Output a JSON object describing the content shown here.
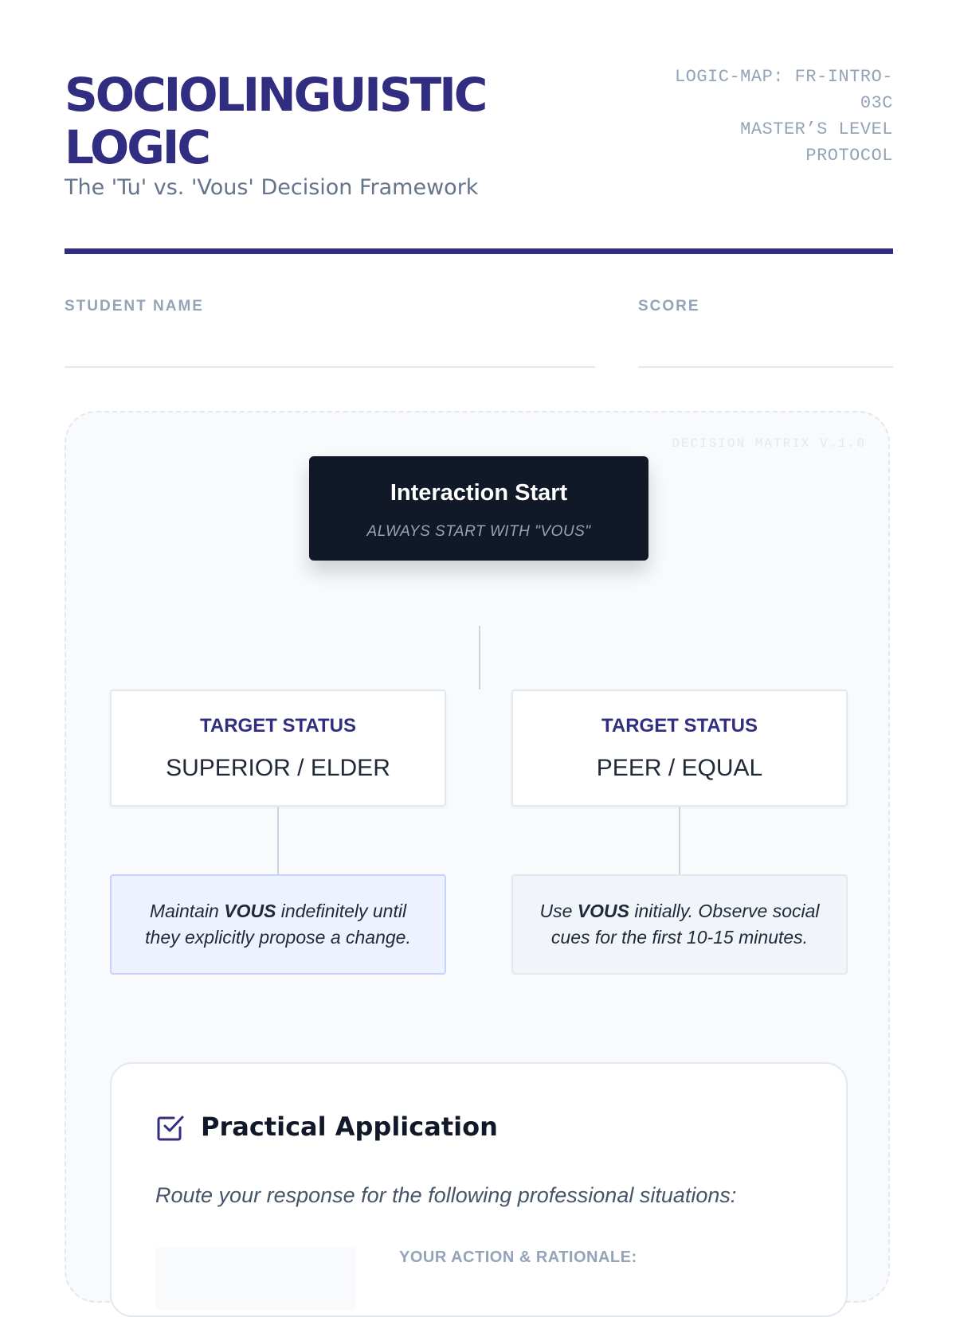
{
  "header": {
    "title": "SOCIOLINGUISTIC LOGIC",
    "subtitle": "The 'Tu' vs. 'Vous' Decision Framework",
    "meta_line1": "LOGIC-MAP: FR-INTRO-03C",
    "meta_line2": "MASTER’S LEVEL PROTOCOL"
  },
  "fields": {
    "student_name_label": "STUDENT NAME",
    "score_label": "SCORE"
  },
  "matrix": {
    "tag": "DECISION MATRIX V.1.0",
    "start": {
      "title": "Interaction Start",
      "subtitle": "ALWAYS START WITH \"VOUS\""
    },
    "branches": [
      {
        "kicker": "TARGET STATUS",
        "value": "SUPERIOR / ELDER",
        "advice_pre": "Maintain ",
        "advice_bold": "VOUS",
        "advice_post": " indefinitely until they explicitly propose a change.",
        "advice_bg": "#eef2ff"
      },
      {
        "kicker": "TARGET STATUS",
        "value": "PEER / EQUAL",
        "advice_pre": "Use ",
        "advice_bold": "VOUS",
        "advice_post": " initially. Observe social cues for the first 10-15 minutes.",
        "advice_bg": "#f1f5f9"
      }
    ]
  },
  "practical": {
    "icon": "checkbox-icon",
    "title": "Practical Application",
    "instruction": "Route your response for the following professional situations:",
    "action_label": "YOUR ACTION & RATIONALE:"
  },
  "colors": {
    "accent": "#312e81",
    "dark": "#111827",
    "muted": "#94a3b8"
  }
}
